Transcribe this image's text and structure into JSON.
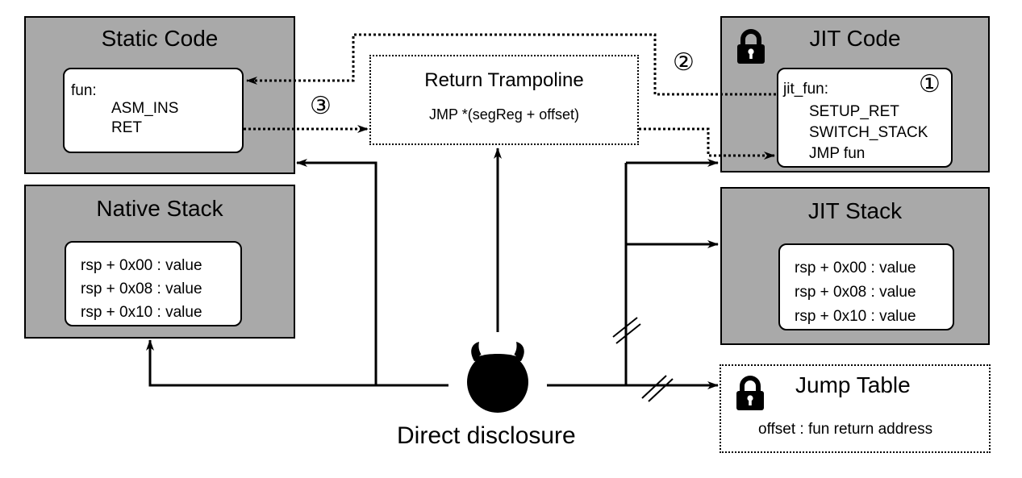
{
  "static_code": {
    "title": "Static Code",
    "lines": [
      "fun:",
      "ASM_INS",
      "RET"
    ]
  },
  "native_stack": {
    "title": "Native Stack",
    "lines": [
      "rsp + 0x00 : value",
      "rsp + 0x08 : value",
      "rsp + 0x10 : value"
    ]
  },
  "return_trampoline": {
    "title": "Return Trampoline",
    "instruction": "JMP *(segReg + offset)"
  },
  "jit_code": {
    "title": "JIT Code",
    "lines": [
      "jit_fun:",
      "SETUP_RET",
      "SWITCH_STACK",
      "JMP fun"
    ],
    "step_marker": "①"
  },
  "jit_stack": {
    "title": "JIT Stack",
    "lines": [
      "rsp + 0x00 : value",
      "rsp + 0x08 : value",
      "rsp + 0x10 : value"
    ]
  },
  "jump_table": {
    "title": "Jump Table",
    "entry": "offset :  fun return address"
  },
  "steps": {
    "two": "②",
    "three": "③"
  },
  "attacker": {
    "label": "Direct disclosure"
  },
  "icons": {
    "lock": "lock-icon",
    "attacker": "devil-icon"
  }
}
